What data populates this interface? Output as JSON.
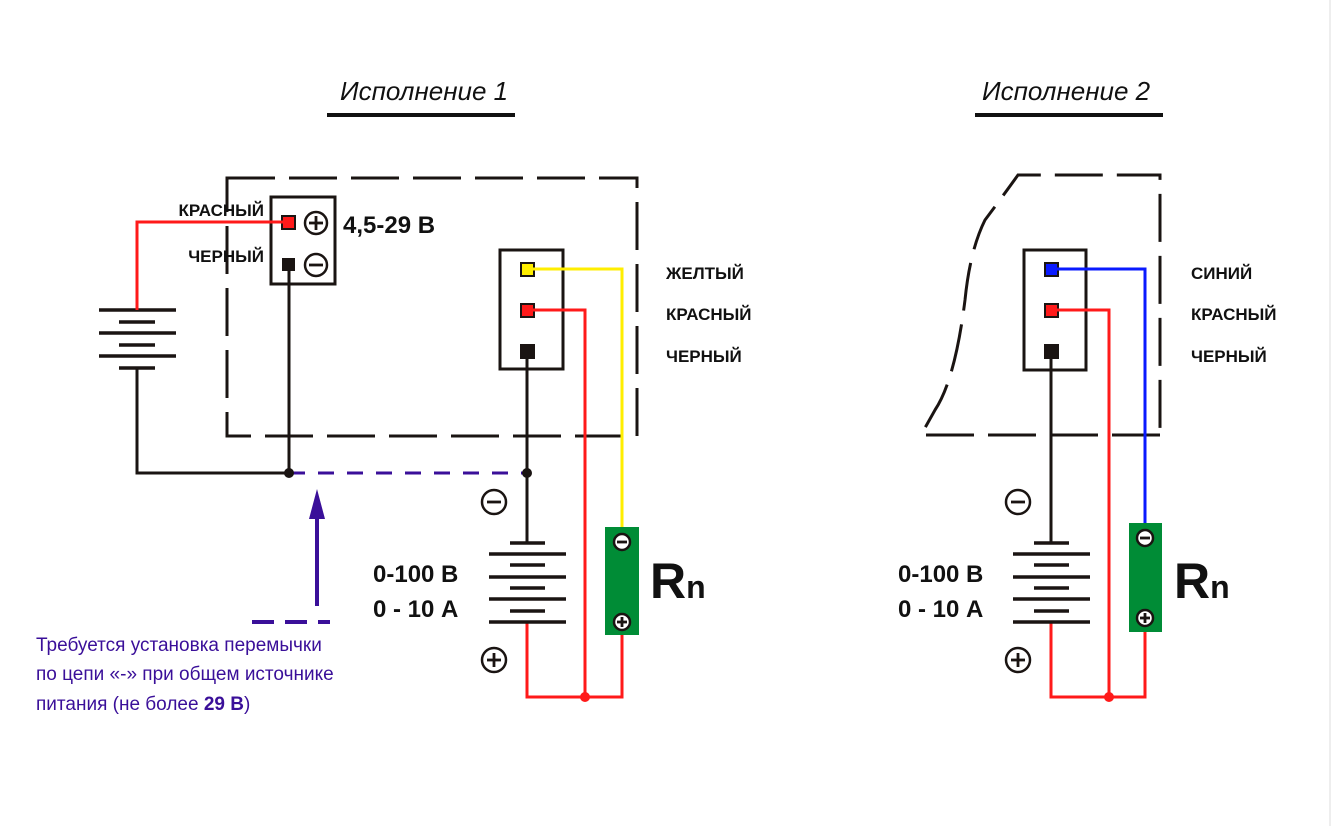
{
  "diagram": {
    "variant1": {
      "title": "Исполнение 1",
      "power_red_label": "КРАСНЫЙ",
      "power_black_label": "ЧЕРНЫЙ",
      "power_voltage": "4,5-29 В",
      "connector_labels": [
        "ЖЕЛТЫЙ",
        "КРАСНЫЙ",
        "ЧЕРНЫЙ"
      ],
      "source_voltage": "0-100 В",
      "source_current": "0 - 10 А",
      "load_label_main": "R",
      "load_label_sub": "n",
      "note_lines": [
        "Требуется  установка  перемычки",
        "по цепи «-» при общем источнике",
        "питания  (не более "
      ],
      "note_bold": "29 В",
      "note_end": ")"
    },
    "variant2": {
      "title": "Исполнение 2",
      "connector_labels": [
        "СИНИЙ",
        "КРАСНЫЙ",
        "ЧЕРНЫЙ"
      ],
      "source_voltage": "0-100 В",
      "source_current": "0 - 10 А",
      "load_label_main": "R",
      "load_label_sub": "n"
    },
    "colors": {
      "black_wire": "#1a1412",
      "red_wire": "#ff1a1a",
      "yellow_wire": "#ffee00",
      "blue_wire": "#0a1aff",
      "load_body": "#008c36",
      "jumper": "#3a0f99"
    }
  }
}
